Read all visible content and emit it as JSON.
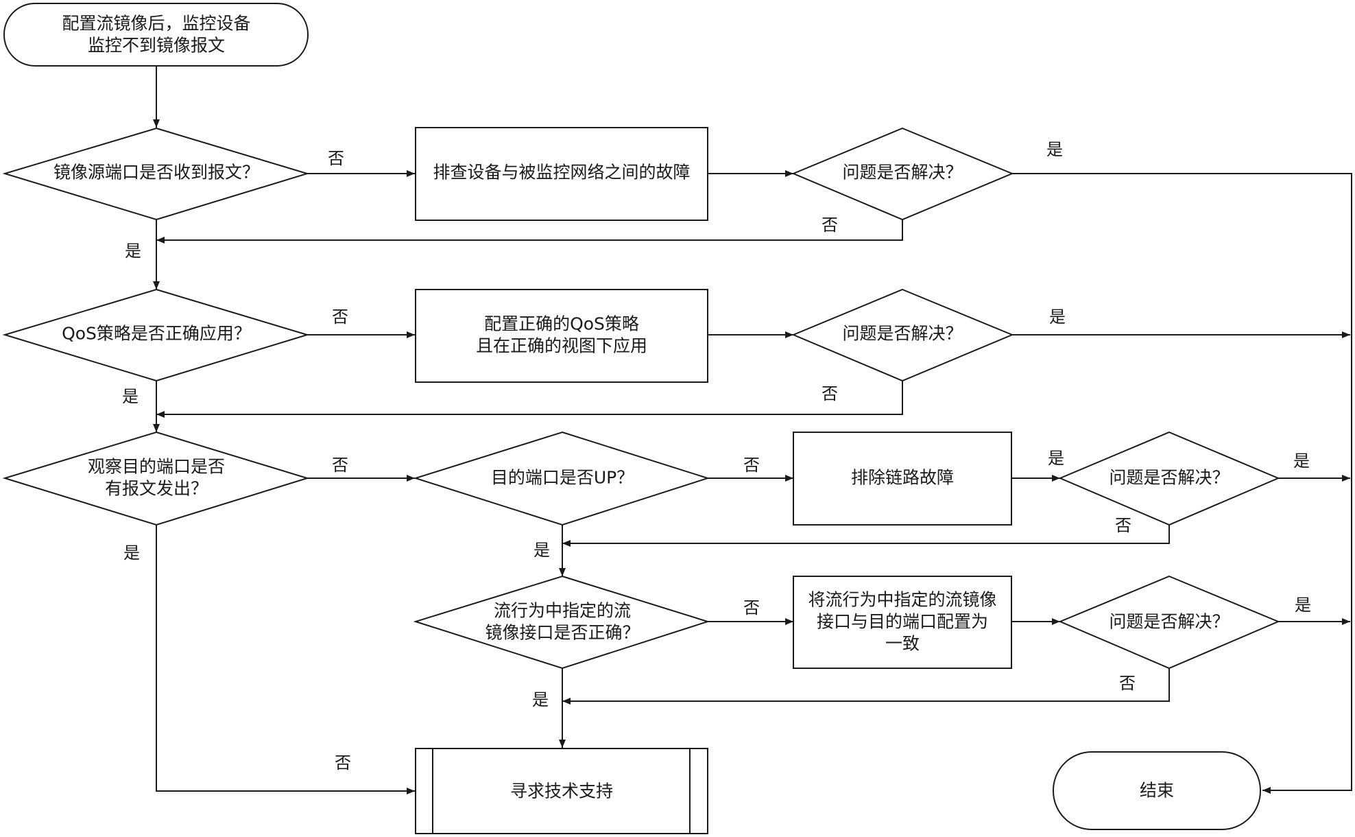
{
  "nodes": {
    "start": [
      "配置流镜像后，监控设备",
      "监控不到镜像报文"
    ],
    "q_src": [
      "镜像源端口是否收到报文？"
    ],
    "fix_net": [
      "排查设备与被监控网络之间的故障"
    ],
    "resolved_1": [
      "问题是否解决？"
    ],
    "q_qos": [
      "QoS策略是否正确应用？"
    ],
    "fix_qos": [
      "配置正确的QoS策略",
      "且在正确的视图下应用"
    ],
    "resolved_2": [
      "问题是否解决？"
    ],
    "q_out": [
      "观察目的端口是否",
      "有报文发出？"
    ],
    "q_up": [
      "目的端口是否UP？"
    ],
    "fix_link": [
      "排除链路故障"
    ],
    "resolved_3": [
      "问题是否解决？"
    ],
    "q_iface": [
      "流行为中指定的流",
      "镜像接口是否正确？"
    ],
    "fix_iface": [
      "将流行为中指定的流镜像",
      "接口与目的端口配置为",
      "一致"
    ],
    "resolved_4": [
      "问题是否解决？"
    ],
    "support": [
      "寻求技术支持"
    ],
    "end": [
      "结束"
    ]
  },
  "edge_labels": {
    "src_no": "否",
    "res1_yes": "是",
    "res1_no": "否",
    "src_yes": "是",
    "qos_no": "否",
    "res2_yes": "是",
    "res2_no": "否",
    "qos_yes": "是",
    "out_no": "否",
    "up_no": "否",
    "link_yes": "是",
    "res3_yes": "是",
    "res3_no": "否",
    "out_yes": "是",
    "up_yes": "是",
    "iface_no": "否",
    "res4_yes": "是",
    "res4_no": "否",
    "iface_yes": "是",
    "support_no": "否"
  }
}
